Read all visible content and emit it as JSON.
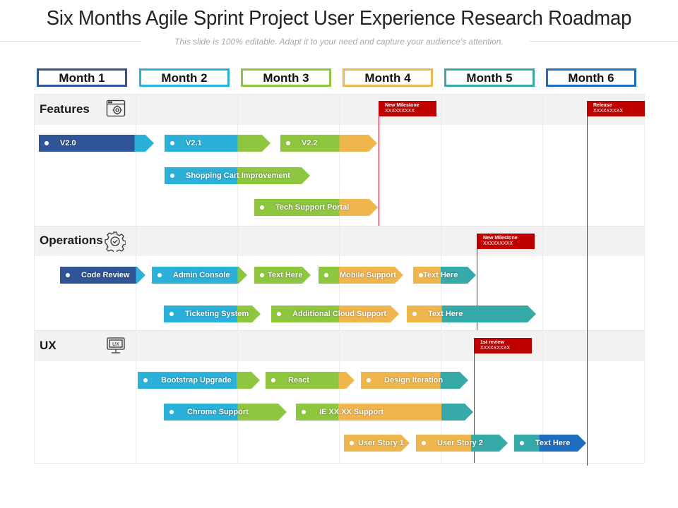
{
  "title": "Six Months Agile Sprint Project User Experience Research Roadmap",
  "subtitle": "This slide is 100% editable. Adapt it to your need and capture your audience’s attention.",
  "colors": {
    "navy": "#2f5597",
    "cyan": "#2bb1d9",
    "green": "#8ec63f",
    "yellow": "#f0b64e",
    "teal": "#36aaa8",
    "blue": "#1e6fc1",
    "red": "#c00000"
  },
  "months": [
    {
      "label": "Month 1",
      "color": "#2f5597"
    },
    {
      "label": "Month 2",
      "color": "#2bb1d9"
    },
    {
      "label": "Month 3",
      "color": "#8ec63f"
    },
    {
      "label": "Month 4",
      "color": "#f0b64e"
    },
    {
      "label": "Month 5",
      "color": "#36aaa8"
    },
    {
      "label": "Month 6",
      "color": "#1e6fc1"
    }
  ],
  "sections": {
    "features": {
      "label": "Features",
      "icon": "settings-window-icon"
    },
    "operations": {
      "label": "Operations",
      "icon": "gear-check-icon"
    },
    "ux": {
      "label": "UX",
      "icon": "ux-monitor-icon"
    }
  },
  "milestones": {
    "features_new": {
      "title": "New Milestone",
      "sub": "XXXXXXXXX"
    },
    "features_release": {
      "title": "Release",
      "sub": "XXXXXXXXX"
    },
    "operations_new": {
      "title": "New Milestone",
      "sub": "XXXXXXXXX"
    },
    "ux_review": {
      "title": "1st review",
      "sub": "XXXXXXXXX"
    }
  },
  "tasks": {
    "v20": "V2.0",
    "v21": "V2.1",
    "v22": "V2.2",
    "shopping_cart": "Shopping Cart Improvement",
    "tech_support": "Tech Support Portal",
    "code_review": "Code Review",
    "admin_console": "Admin Console",
    "ops_text1": "Text Here",
    "mobile_support": "Mobile Support",
    "ops_text2": "Text Here",
    "ticketing": "Ticketing System",
    "cloud_support": "Additional Cloud Support",
    "ops_text3": "Text Here",
    "bootstrap": "Bootstrap Upgrade",
    "react": "React",
    "design_iteration": "Design Iteration",
    "chrome_support": "Chrome Support",
    "ie_support": "IE XX.XX Support",
    "user_story1": "User Story 1",
    "user_story2": "User Story 2",
    "ux_text": "Text Here"
  }
}
